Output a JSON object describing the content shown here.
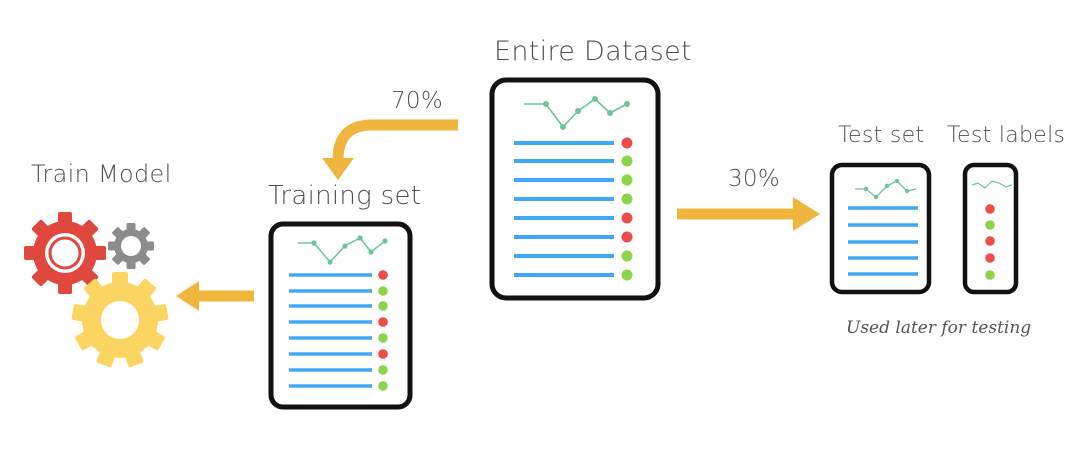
{
  "labels": {
    "entire_dataset": "Entire Dataset",
    "training_set": "Training set",
    "test_set": "Test set",
    "test_labels": "Test labels",
    "train_model": "Train Model",
    "split_train_pct": "70%",
    "split_test_pct": "30%",
    "test_note": "Used later for testing"
  },
  "icons": [
    "document-icon",
    "chart-line-icon",
    "gear-icon",
    "arrow-icon"
  ],
  "colors": {
    "arrow": "#f0b53c",
    "row_line": "#3fa9f5",
    "dot_red": "#ee4b4b",
    "dot_green": "#8cd44a",
    "sparkline": "#6cc59a",
    "gear_red": "#e0483d",
    "gear_gray": "#8c8c8c",
    "gear_yellow": "#fbd561",
    "doc_border": "#111111"
  },
  "documents": {
    "entire_dataset": {
      "rows": 8,
      "dots": [
        "red",
        "green",
        "green",
        "green",
        "red",
        "red",
        "green",
        "green"
      ]
    },
    "training_set": {
      "rows": 8,
      "dots": [
        "red",
        "green",
        "green",
        "red",
        "green",
        "red",
        "green",
        "green"
      ]
    },
    "test_set": {
      "rows": 5
    },
    "test_labels": {
      "dots": [
        "red",
        "green",
        "red",
        "red",
        "green"
      ]
    }
  }
}
